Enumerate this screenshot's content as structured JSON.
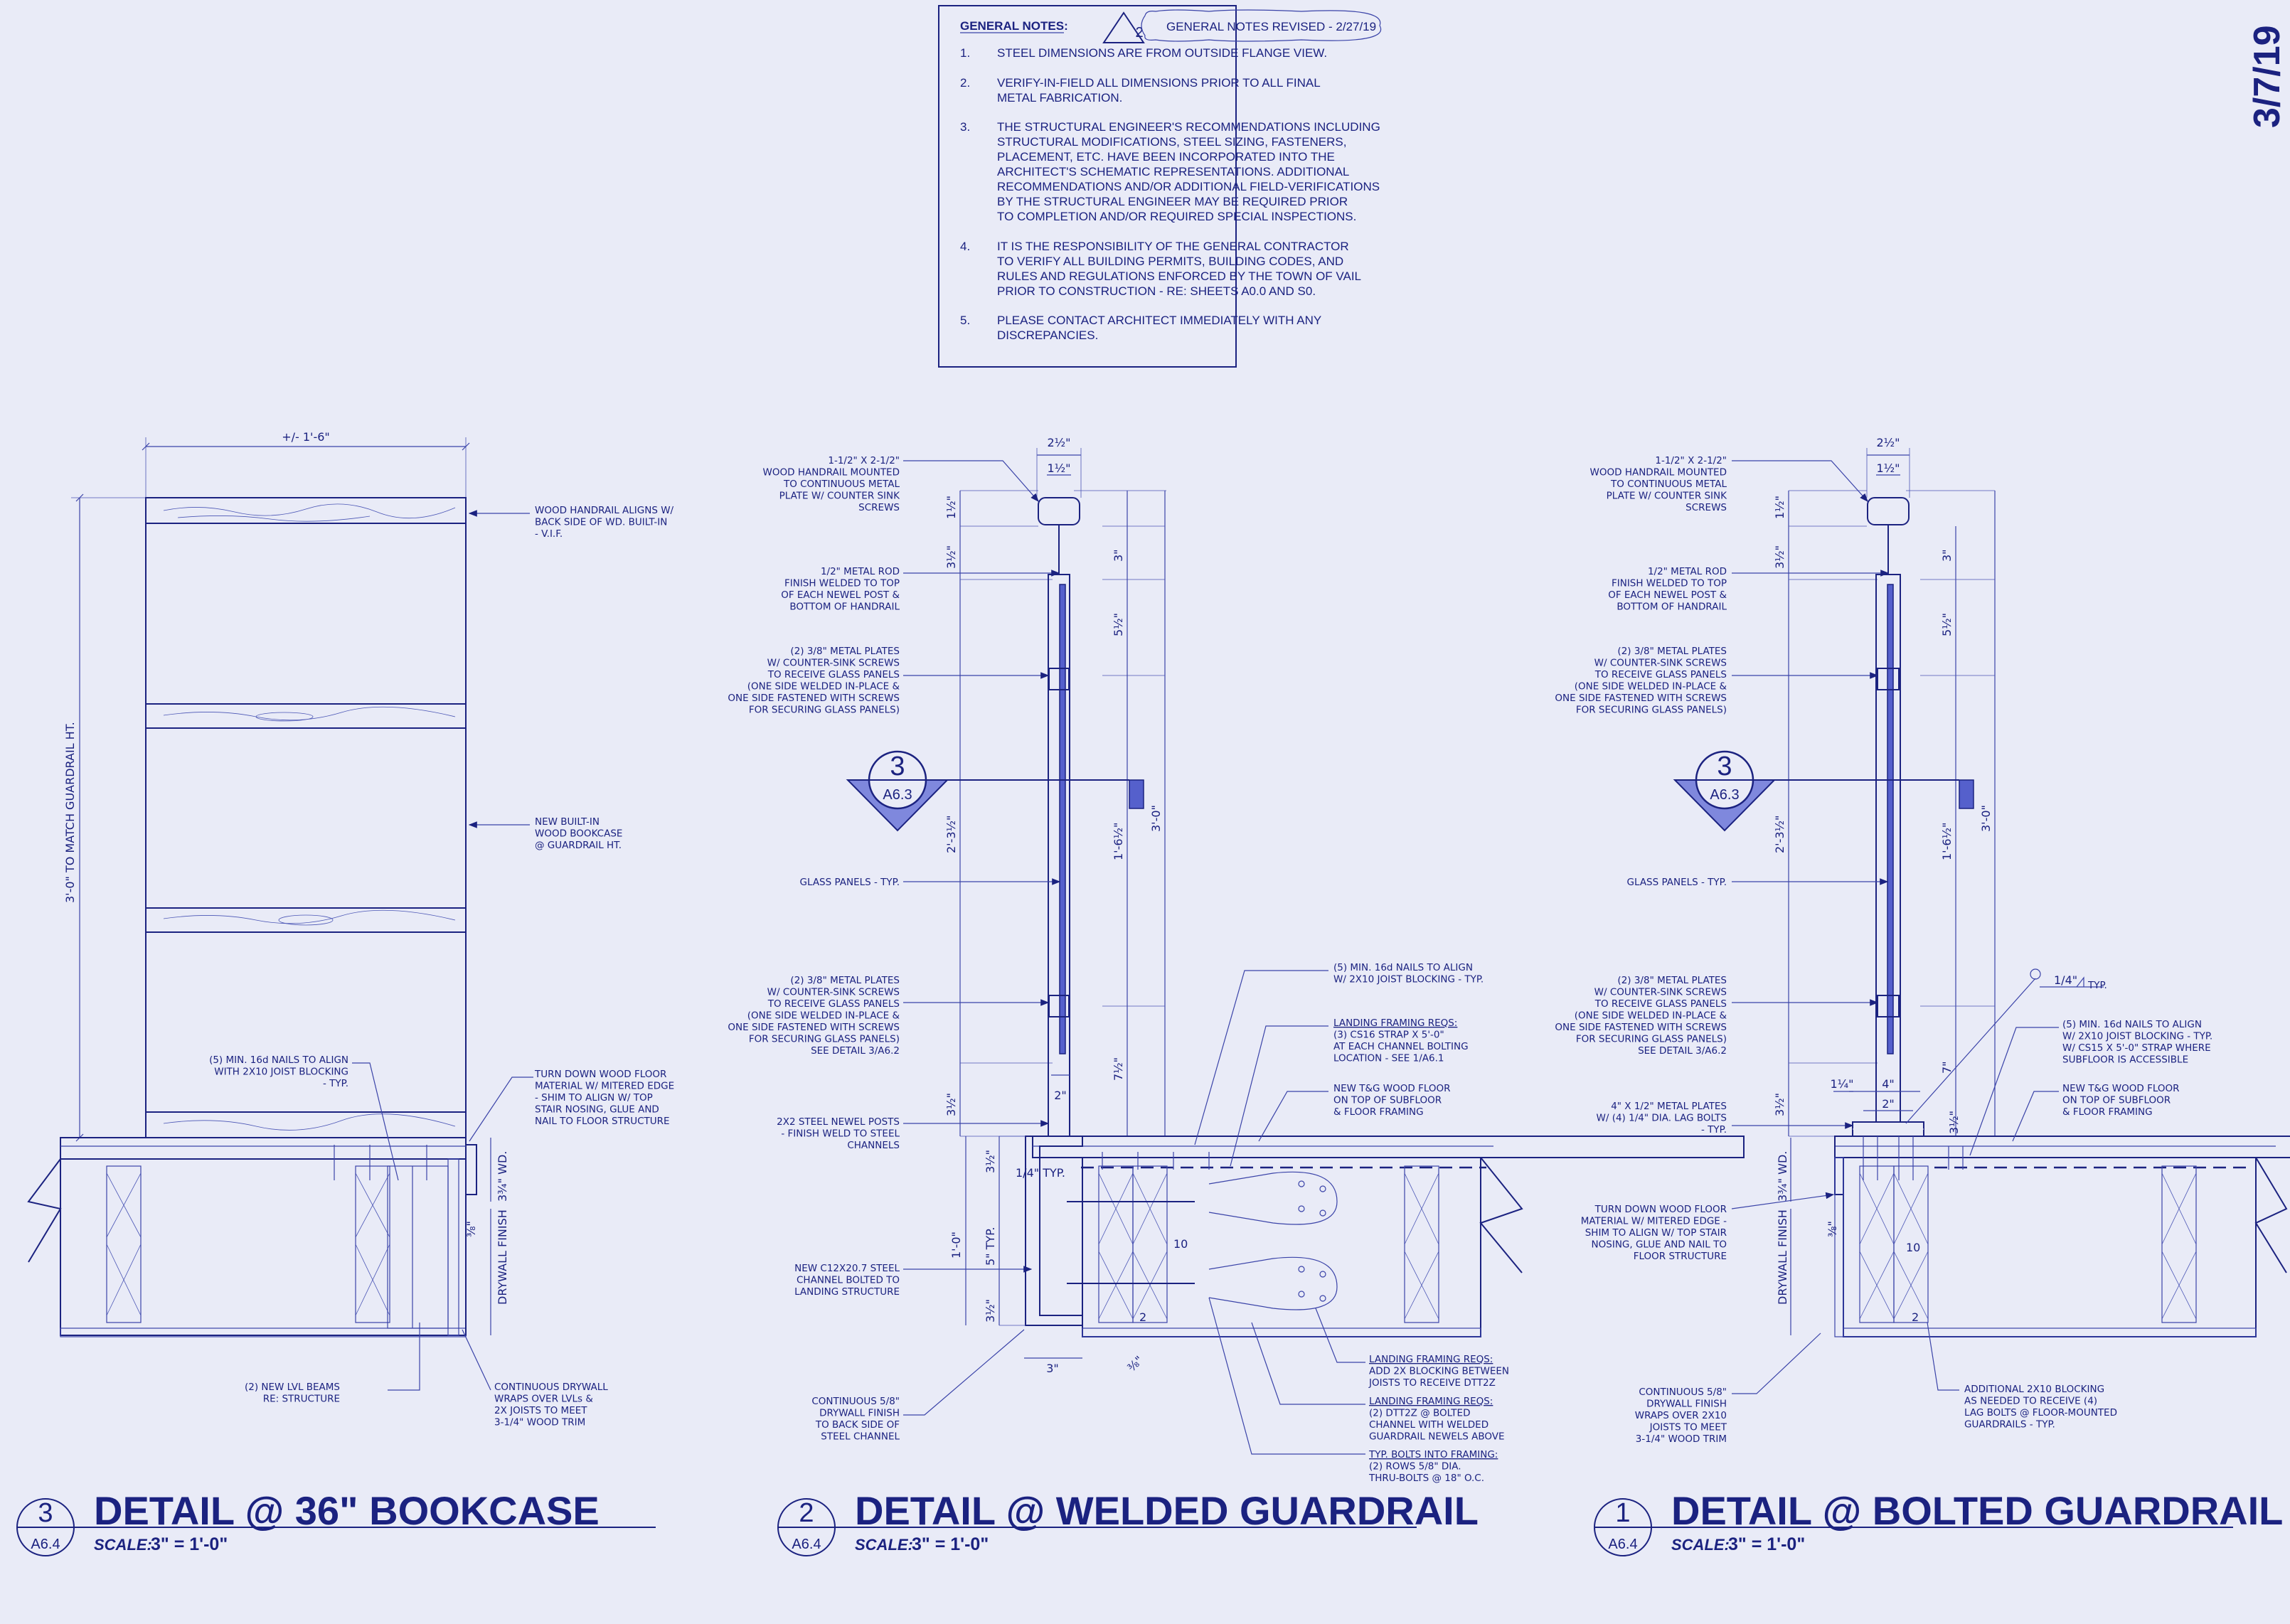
{
  "date_stamp": "3/7/19",
  "general_notes": {
    "heading": "GENERAL NOTES:",
    "revision_number": "2",
    "revision_label": "GENERAL NOTES REVISED - 2/27/19",
    "items": [
      {
        "num": "1.",
        "lines": [
          "STEEL DIMENSIONS ARE FROM OUTSIDE FLANGE VIEW."
        ]
      },
      {
        "num": "2.",
        "lines": [
          "VERIFY-IN-FIELD ALL DIMENSIONS PRIOR TO ALL FINAL",
          "METAL FABRICATION."
        ]
      },
      {
        "num": "3.",
        "lines": [
          "THE STRUCTURAL ENGINEER'S RECOMMENDATIONS  INCLUDING",
          "STRUCTURAL MODIFICATIONS, STEEL SIZING, FASTENERS,",
          "PLACEMENT, ETC. HAVE BEEN INCORPORATED INTO THE",
          "ARCHITECT'S SCHEMATIC REPRESENTATIONS.  ADDITIONAL",
          "RECOMMENDATIONS AND/OR ADDITIONAL FIELD-VERIFICATIONS",
          "BY THE STRUCTURAL ENGINEER MAY BE REQUIRED PRIOR",
          "TO COMPLETION AND/OR REQUIRED SPECIAL INSPECTIONS."
        ]
      },
      {
        "num": "4.",
        "lines": [
          "IT IS THE RESPONSIBILITY OF THE GENERAL CONTRACTOR",
          "TO VERIFY ALL BUILDING PERMITS, BUILDING CODES, AND",
          "RULES AND REGULATIONS ENFORCED BY THE TOWN OF VAIL",
          "PRIOR TO CONSTRUCTION - RE: SHEETS A0.0 AND S0."
        ]
      },
      {
        "num": "5.",
        "lines": [
          "PLEASE CONTACT ARCHITECT IMMEDIATELY WITH ANY",
          "DISCREPANCIES."
        ]
      }
    ]
  },
  "details": [
    {
      "number": "3",
      "sheet": "A6.4",
      "title": "DETAIL @ 36\" BOOKCASE",
      "scale_label": "SCALE:",
      "scale": "3\" = 1'-0\"",
      "dims": {
        "width": "+/- 1'-6\"",
        "height": "3'-0\" TO MATCH GUARDRAIL HT.",
        "floor": "3¾\" WD.",
        "finish": "DRYWALL FINISH",
        "small": "⅜\""
      },
      "notes": [
        [
          "WOOD HANDRAIL ALIGNS W/",
          "BACK SIDE OF WD. BUILT-IN",
          "- V.I.F."
        ],
        [
          "NEW BUILT-IN",
          "WOOD BOOKCASE",
          "@ GUARDRAIL HT."
        ],
        [
          "(5) MIN. 16d NAILS TO ALIGN",
          "WITH 2X10 JOIST BLOCKING",
          "- TYP."
        ],
        [
          "TURN DOWN WOOD FLOOR",
          "MATERIAL W/ MITERED EDGE",
          "- SHIM TO ALIGN W/ TOP",
          "STAIR NOSING, GLUE AND",
          "NAIL TO FLOOR STRUCTURE"
        ],
        [
          "(2) NEW LVL BEAMS",
          "RE: STRUCTURE"
        ],
        [
          "CONTINUOUS DRYWALL",
          "WRAPS OVER LVLs &",
          "2X JOISTS TO MEET",
          "3-1/4\" WOOD TRIM"
        ]
      ]
    },
    {
      "number": "2",
      "sheet": "A6.4",
      "title": "DETAIL @ WELDED GUARDRAIL",
      "scale_label": "SCALE:",
      "scale": "3\" = 1'-0\"",
      "section_tag": {
        "number": "3",
        "sheet": "A6.3"
      },
      "dims": {
        "top": "2½\"",
        "rail": "1½\"",
        "d1": "1½\"",
        "d2": "3½\"",
        "d3": "2'-3½\"",
        "d4": "3½\"",
        "r1": "3\"",
        "r2": "5½\"",
        "r3": "1'-6½\"",
        "r4": "7½\"",
        "overall": "3'-0\"",
        "c1": "2\"",
        "c2": "3½\"",
        "c3": "1'-0\"",
        "c4": "5\" TYP.",
        "c5": "3½\"",
        "c6": "3\"",
        "c7": "⅜\"",
        "plate": "1/4\" TYP."
      },
      "joist_label": "10",
      "notes_left": [
        [
          "1-1/2\" X 2-1/2\"",
          "WOOD HANDRAIL MOUNTED",
          "TO CONTINUOUS METAL",
          "PLATE W/ COUNTER SINK",
          "SCREWS"
        ],
        [
          "1/2\" METAL ROD",
          "FINISH WELDED TO TOP",
          "OF EACH NEWEL POST &",
          "BOTTOM OF HANDRAIL"
        ],
        [
          "(2) 3/8\" METAL PLATES",
          "W/ COUNTER-SINK SCREWS",
          "TO RECEIVE GLASS PANELS",
          "(ONE SIDE WELDED IN-PLACE &",
          "ONE SIDE FASTENED WITH SCREWS",
          "FOR SECURING GLASS PANELS)"
        ],
        [
          "GLASS PANELS - TYP."
        ],
        [
          "(2) 3/8\" METAL PLATES",
          "W/ COUNTER-SINK SCREWS",
          "TO RECEIVE GLASS PANELS",
          "(ONE SIDE WELDED IN-PLACE &",
          "ONE SIDE FASTENED WITH SCREWS",
          "FOR SECURING GLASS PANELS)",
          "SEE DETAIL 3/A6.2"
        ],
        [
          "2X2 STEEL NEWEL POSTS",
          "- FINISH WELD TO STEEL",
          "CHANNELS"
        ],
        [
          "NEW C12X20.7 STEEL",
          "CHANNEL BOLTED TO",
          "LANDING STRUCTURE"
        ],
        [
          "CONTINUOUS 5/8\"",
          "DRYWALL FINISH",
          "TO BACK SIDE OF",
          "STEEL CHANNEL"
        ]
      ],
      "notes_right": [
        [
          "(5) MIN. 16d NAILS TO ALIGN",
          "W/ 2X10 JOIST BLOCKING - TYP."
        ],
        [
          "LANDING FRAMING REQS:",
          "(3) CS16 STRAP X 5'-0\"",
          "AT EACH CHANNEL BOLTING",
          "LOCATION - SEE 1/A6.1"
        ],
        [
          "NEW T&G WOOD FLOOR",
          "ON TOP OF SUBFLOOR",
          "& FLOOR FRAMING"
        ],
        [
          "LANDING FRAMING REQS:",
          "ADD 2X BLOCKING BETWEEN",
          "JOISTS TO RECEIVE DTT2Z"
        ],
        [
          "LANDING FRAMING REQS:",
          "(2) DTT2Z @ BOLTED",
          "CHANNEL WITH WELDED",
          "GUARDRAIL NEWELS ABOVE"
        ],
        [
          "TYP. BOLTS INTO FRAMING:",
          "(2) ROWS 5/8\" DIA.",
          "THRU-BOLTS @ 18\" O.C."
        ]
      ]
    },
    {
      "number": "1",
      "sheet": "A6.4",
      "title": "DETAIL @ BOLTED GUARDRAIL",
      "scale_label": "SCALE:",
      "scale": "3\" = 1'-0\"",
      "section_tag": {
        "number": "3",
        "sheet": "A6.3"
      },
      "dims": {
        "top": "2½\"",
        "rail": "1½\"",
        "d1": "1½\"",
        "d2": "3½\"",
        "d3": "2'-3½\"",
        "d4": "3½\"",
        "r1": "3\"",
        "r2": "5½\"",
        "r3": "1'-6½\"",
        "r4": "7\"",
        "overall": "3'-0\"",
        "b1": "1¼\"",
        "b2": "4\"",
        "b3": "2\"",
        "b4": "3½\"",
        "floor": "3¾\" WD.",
        "finish": "DRYWALL FINISH",
        "small": "⅜\"",
        "weld": "1/4\"",
        "weld_typ": "TYP."
      },
      "joist_label": "10",
      "notes_left": [
        [
          "1-1/2\" X 2-1/2\"",
          "WOOD HANDRAIL MOUNTED",
          "TO CONTINUOUS METAL",
          "PLATE W/ COUNTER SINK",
          "SCREWS"
        ],
        [
          "1/2\" METAL ROD",
          "FINISH WELDED TO TOP",
          "OF EACH NEWEL POST &",
          "BOTTOM OF HANDRAIL"
        ],
        [
          "(2) 3/8\" METAL PLATES",
          "W/ COUNTER-SINK SCREWS",
          "TO RECEIVE GLASS PANELS",
          "(ONE SIDE WELDED IN-PLACE &",
          "ONE SIDE FASTENED WITH SCREWS",
          "FOR SECURING GLASS PANELS)"
        ],
        [
          "GLASS PANELS - TYP."
        ],
        [
          "(2) 3/8\" METAL PLATES",
          "W/ COUNTER-SINK SCREWS",
          "TO RECEIVE GLASS PANELS",
          "(ONE SIDE WELDED IN-PLACE &",
          "ONE SIDE FASTENED WITH SCREWS",
          "FOR SECURING GLASS PANELS)",
          "SEE DETAIL 3/A6.2"
        ],
        [
          "4\" X 1/2\" METAL PLATES",
          "W/ (4) 1/4\" DIA. LAG BOLTS",
          "- TYP."
        ],
        [
          "TURN DOWN WOOD FLOOR",
          "MATERIAL W/ MITERED EDGE -",
          "SHIM TO ALIGN W/ TOP STAIR",
          "NOSING, GLUE AND NAIL TO",
          "FLOOR STRUCTURE"
        ],
        [
          "CONTINUOUS 5/8\"",
          "DRYWALL FINISH",
          "WRAPS OVER 2X10",
          "JOISTS TO MEET",
          "3-1/4\" WOOD TRIM"
        ]
      ],
      "notes_right": [
        [
          "(5) MIN. 16d NAILS TO ALIGN",
          "W/ 2X10 JOIST BLOCKING - TYP.",
          "W/ CS15 X 5'-0\" STRAP WHERE",
          "SUBFLOOR IS ACCESSIBLE"
        ],
        [
          "NEW T&G WOOD FLOOR",
          "ON TOP OF SUBFLOOR",
          "& FLOOR FRAMING"
        ],
        [
          "ADDITIONAL 2X10 BLOCKING",
          "AS NEEDED TO RECEIVE (4)",
          "LAG BOLTS @ FLOOR-MOUNTED",
          "GUARDRAILS - TYP."
        ]
      ]
    }
  ]
}
